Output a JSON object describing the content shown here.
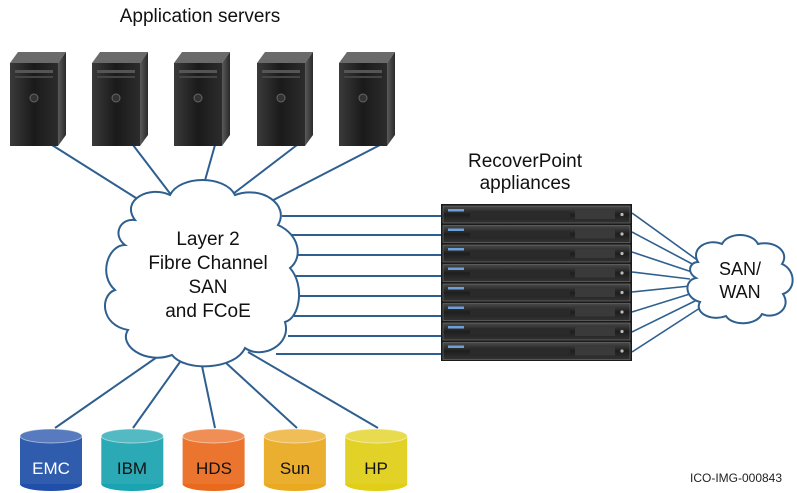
{
  "title": "Application servers",
  "cloud_san": {
    "lines": [
      "Layer 2",
      "Fibre Channel",
      "SAN",
      "and FCoE"
    ]
  },
  "appliances": {
    "lines": [
      "RecoverPoint",
      "appliances"
    ]
  },
  "cloud_wan": {
    "lines": [
      "SAN/",
      "WAN"
    ]
  },
  "storage": [
    {
      "label": "EMC",
      "color": "#1f4fa8"
    },
    {
      "label": "IBM",
      "color": "#1aa3b0"
    },
    {
      "label": "HDS",
      "color": "#ea6a1d"
    },
    {
      "label": "Sun",
      "color": "#eaa91f"
    },
    {
      "label": "HP",
      "color": "#e0cf16"
    }
  ],
  "image_id": "ICO-IMG-000843",
  "line_color": "#2f5f8f"
}
